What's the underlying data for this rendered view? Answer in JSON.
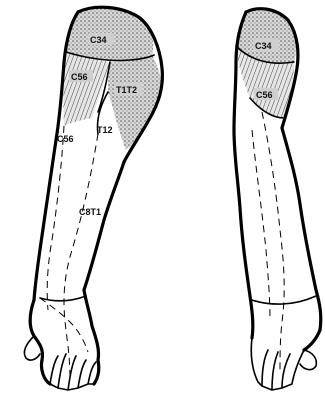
{
  "diagram": {
    "left_arm": {
      "labels": {
        "c34": "C34",
        "c56_upper": "C56",
        "t1t2": "T1T2",
        "c56_lower": "C56",
        "t12": "T12",
        "c8t1": "C8T1"
      }
    },
    "right_arm": {
      "labels": {
        "c34": "C34",
        "c56": "C56"
      }
    },
    "colors": {
      "outline": "#000000",
      "shade": "#bdbdbd",
      "background": "#ffffff"
    }
  }
}
